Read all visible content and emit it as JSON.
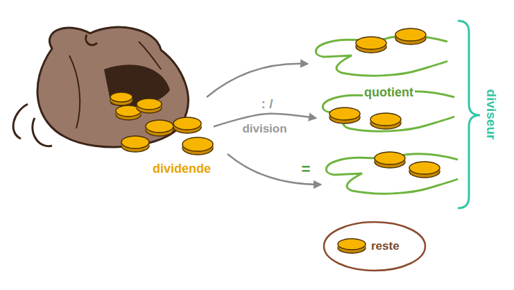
{
  "diagram": {
    "nodes": [
      {
        "text": [
          "dividende"
        ]
      },
      {
        "text": [
          "quotient"
        ]
      },
      {
        "text": [
          "reste"
        ]
      }
    ],
    "edges": [
      {
        "from": 0,
        "to": 1,
        "arrow": "to",
        "label": "division"
      }
    ],
    "labels": [
      ": /",
      "=",
      "diviseur"
    ]
  }
}
